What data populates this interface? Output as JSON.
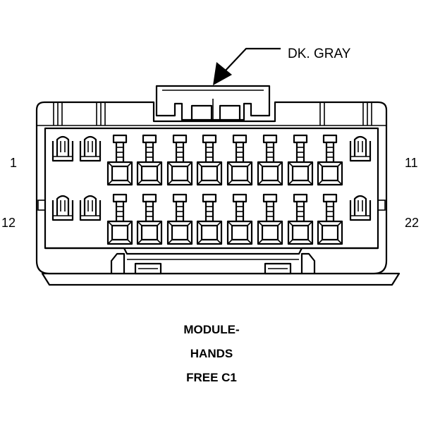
{
  "wire_color_label": "DK. GRAY",
  "pin_labels": {
    "top_left": "1",
    "top_right": "11",
    "bottom_left": "12",
    "bottom_right": "22"
  },
  "caption": {
    "line1": "MODULE-",
    "line2": "HANDS",
    "line3": "FREE C1"
  },
  "terminal_rows": [
    {
      "row": "top",
      "cavities": 11
    },
    {
      "row": "bottom",
      "cavities": 11
    }
  ]
}
